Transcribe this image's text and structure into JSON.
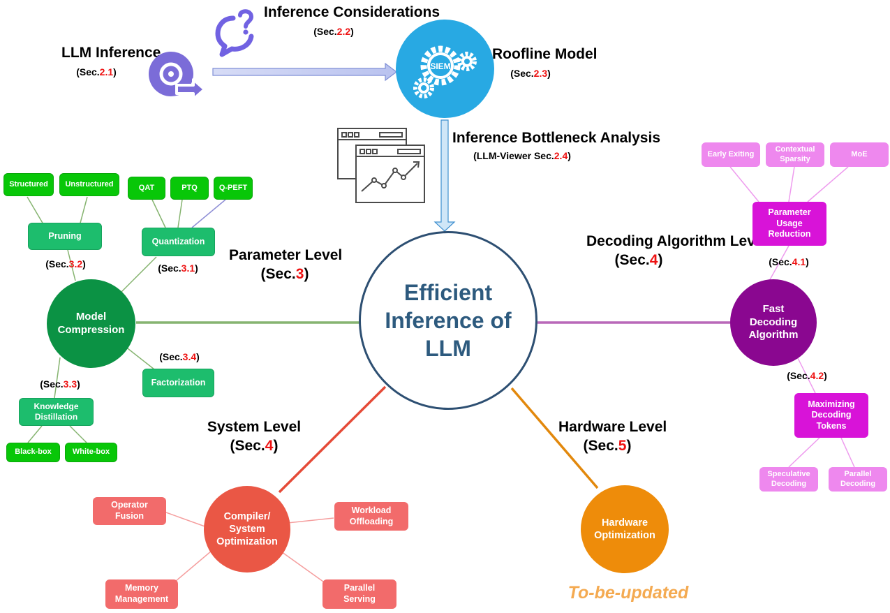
{
  "center": {
    "title": "Efficient\nInference of\nLLM"
  },
  "top": {
    "llm_inference": {
      "title": "LLM\nInference",
      "sec_prefix": "(Sec.",
      "sec_num": "2.1",
      "sec_suffix": ")"
    },
    "considerations": {
      "title": "Inference\nConsiderations",
      "sec_prefix": "(Sec.",
      "sec_num": "2.2",
      "sec_suffix": ")"
    },
    "roofline": {
      "title": "Roofline\nModel",
      "sec_prefix": "(Sec.",
      "sec_num": "2.3",
      "sec_suffix": ")",
      "gear_text": "SIEM"
    },
    "bottleneck": {
      "title": "Inference\nBottleneck\nAnalysis",
      "sec_prefix": "(LLM-Viewer Sec.",
      "sec_num": "2.4",
      "sec_suffix": ")"
    }
  },
  "parameter_level": {
    "title": "Parameter\nLevel",
    "sec_prefix": "(Sec.",
    "sec_num": "3",
    "sec_suffix": ")",
    "model_compression": "Model\nCompression",
    "pruning": {
      "label": "Pruning",
      "sec_prefix": "(Sec.",
      "sec_num": "3.2",
      "sec_suffix": ")",
      "children": [
        "Structured",
        "Unstructured"
      ]
    },
    "quantization": {
      "label": "Quantization",
      "sec_prefix": "(Sec.",
      "sec_num": "3.1",
      "sec_suffix": ")",
      "children": [
        "QAT",
        "PTQ",
        "Q-PEFT"
      ]
    },
    "factorization": {
      "label": "Factorization",
      "sec_prefix": "(Sec.",
      "sec_num": "3.4",
      "sec_suffix": ")"
    },
    "distillation": {
      "label": "Knowledge\nDistillation",
      "sec_prefix": "(Sec.",
      "sec_num": "3.3",
      "sec_suffix": ")",
      "children": [
        "Black-box",
        "White-box"
      ]
    }
  },
  "decoding_level": {
    "title": "Decoding\nAlgorithm\nLevel",
    "sec_prefix": "(Sec.",
    "sec_num": "4",
    "sec_suffix": ")",
    "fast_decoding": "Fast\nDecoding\nAlgorithm",
    "param_usage": {
      "label": "Parameter\nUsage\nReduction",
      "sec_prefix": "(Sec.",
      "sec_num": "4.1",
      "sec_suffix": ")",
      "children": [
        "Early Exiting",
        "Contextual\nSparsity",
        "MoE"
      ]
    },
    "max_decoding": {
      "label": "Maximizing\nDecoding\nTokens",
      "sec_prefix": "(Sec.",
      "sec_num": "4.2",
      "sec_suffix": ")",
      "children": [
        "Speculative\nDecoding",
        "Parallel\nDecoding"
      ]
    }
  },
  "system_level": {
    "title": "System\nLevel",
    "sec_prefix": "(Sec.",
    "sec_num": "4",
    "sec_suffix": ")",
    "compiler": "Compiler/\nSystem\nOptimization",
    "children": [
      "Operator\nFusion",
      "Workload\nOffloading",
      "Memory\nManagement",
      "Parallel\nServing"
    ]
  },
  "hardware_level": {
    "title": "Hardware\nLevel",
    "sec_prefix": "(Sec.",
    "sec_num": "5",
    "sec_suffix": ")",
    "hw_opt": "Hardware\nOptimization",
    "note": "To-be-updated"
  },
  "colors": {
    "center_border": "#2d4f72",
    "center_text": "#2d5a7e",
    "green_line": "#86b470",
    "purple_line": "#b968b9",
    "red_line": "#e54a37",
    "orange_line": "#e2880c",
    "compression": "#0b9244",
    "fast_decoding": "#8a0790",
    "compiler": "#ea5745",
    "hardware": "#ee8c0a",
    "roofline": "#28a9e3",
    "llm_icon": "#7b6cd8",
    "note": "#f4aa51",
    "section_red": "#ee1111"
  },
  "icons": [
    "chat-question-icon",
    "gear-cluster-icon",
    "disc-export-icon",
    "analytics-chart-icon"
  ]
}
